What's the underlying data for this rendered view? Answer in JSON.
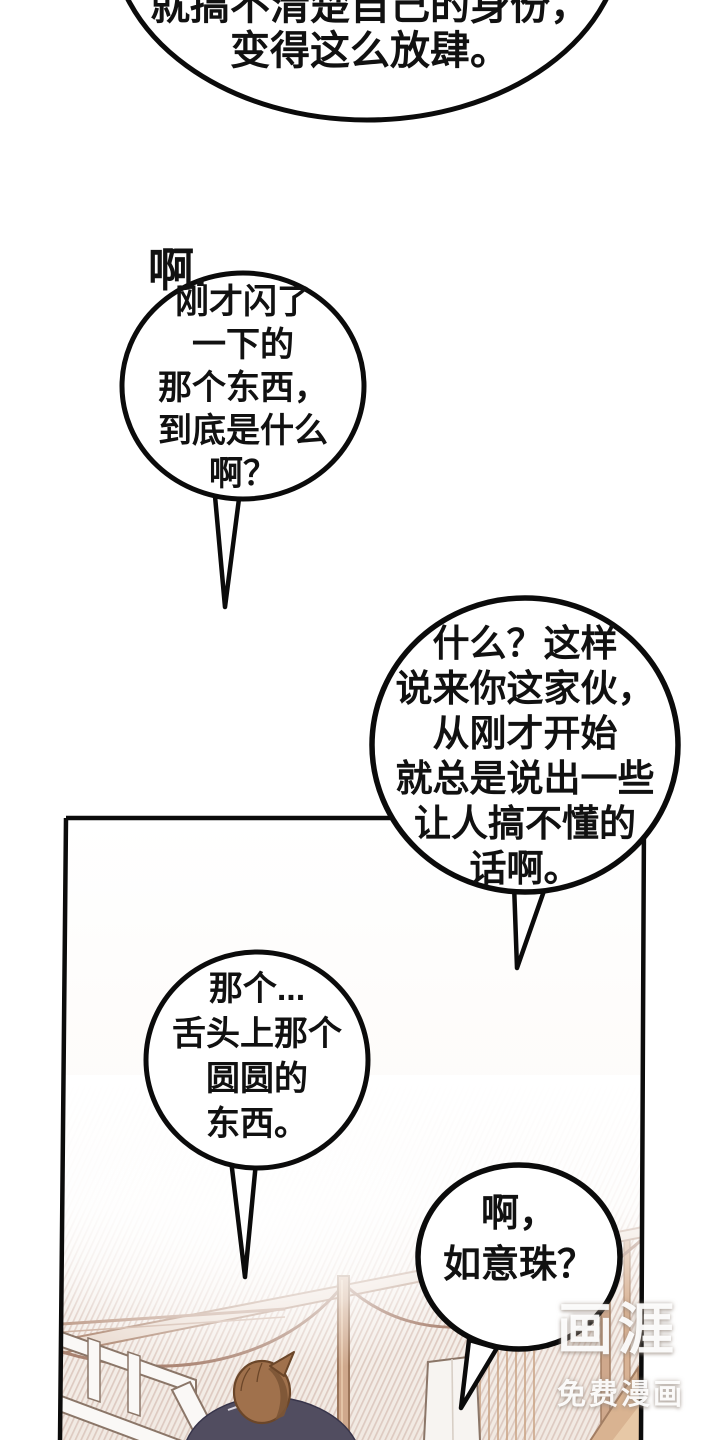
{
  "page_type": "webtoon-comic-page",
  "bubbles": [
    {
      "name": "bubble-top",
      "text": "就搞不清楚自己的身份，\n变得这么放肆。"
    },
    {
      "name": "bubble-question-flash",
      "prefix": "啊.",
      "text": "刚才闪了\n一下的\n那个东西，\n到底是什么\n啊？"
    },
    {
      "name": "bubble-reply",
      "text": "什么？这样\n说来你这家伙，\n从刚才开始\n就总是说出一些\n让人搞不懂的\n话啊。"
    },
    {
      "name": "bubble-tongue",
      "text": "那个...\n舌头上那个\n圆圆的\n东西。"
    },
    {
      "name": "bubble-bead",
      "text": "啊，\n如意珠？"
    }
  ],
  "watermark": {
    "logo": "画涯",
    "tagline": "免费漫画"
  },
  "colors": {
    "page_background": "#ffffff",
    "line_black": "#0b0b0b",
    "scene_cream": "#f1e9e2",
    "hatch_pink": "#d8c2b8",
    "wood_tan": "#cfa88c",
    "wood_outline": "#9a7459",
    "rope_tan": "#a98270",
    "railing_white": "#faf8f6",
    "railing_outline": "#8b7668",
    "hair_brown": "#a0714c",
    "hair_dark": "#7c5536",
    "hair_outline": "#6b4629",
    "skin": "#edbb9a",
    "shirt_slate": "#514d60",
    "watermark_white": "rgba(255,255,255,0.93)"
  }
}
